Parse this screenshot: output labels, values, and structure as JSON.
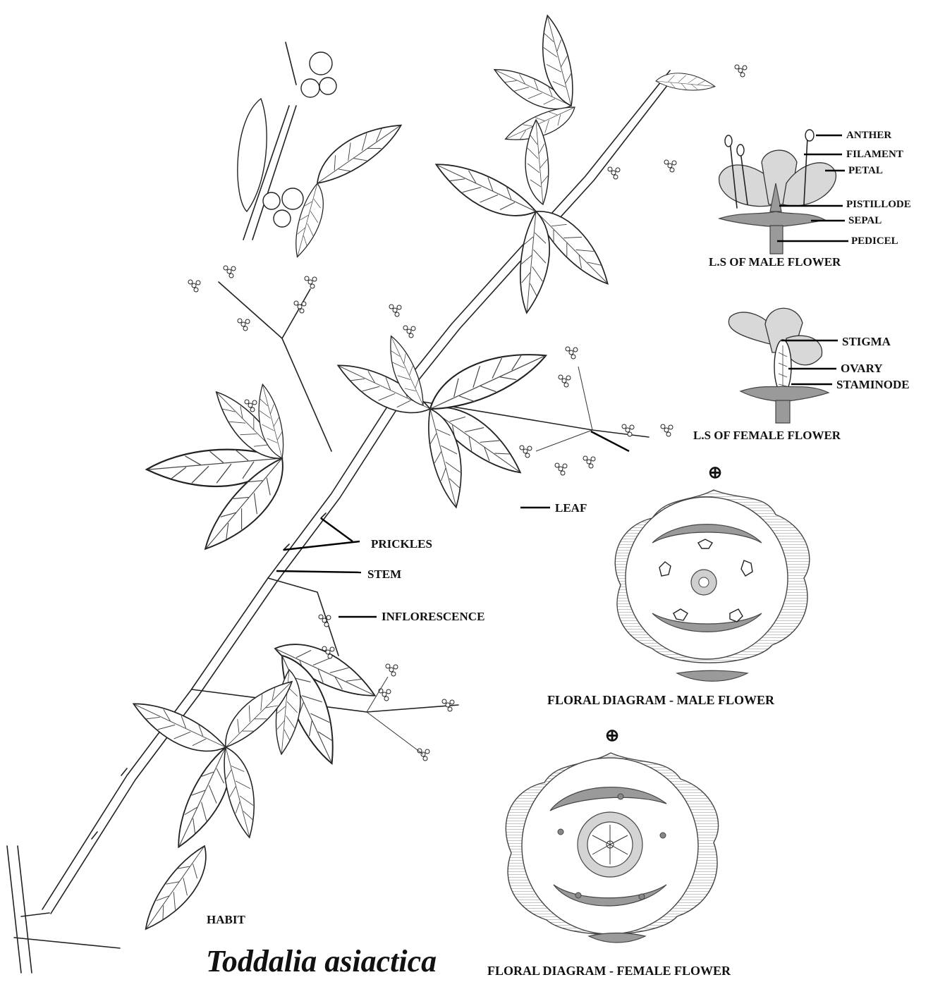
{
  "labels": {
    "anther": "ANTHER",
    "filament": "FILAMENT",
    "petal": "PETAL",
    "pistillode": "PISTILLODE",
    "sepal": "SEPAL",
    "pedicel": "PEDICEL",
    "ls_male": "L.S OF MALE FLOWER",
    "stigma": "STIGMA",
    "ovary": "OVARY",
    "staminode": "STAMINODE",
    "ls_female": "L.S OF FEMALE FLOWER",
    "leaf": "LEAF",
    "prickles": "PRICKLES",
    "stem": "STEM",
    "inflorescence": "INFLORESCENCE",
    "habit": "HABIT",
    "floral_male": "FLORAL DIAGRAM - MALE FLOWER",
    "floral_female": "FLORAL DIAGRAM - FEMALE FLOWER",
    "species": "Toddalia asiactica",
    "bisexual_symbol": "⊕"
  }
}
